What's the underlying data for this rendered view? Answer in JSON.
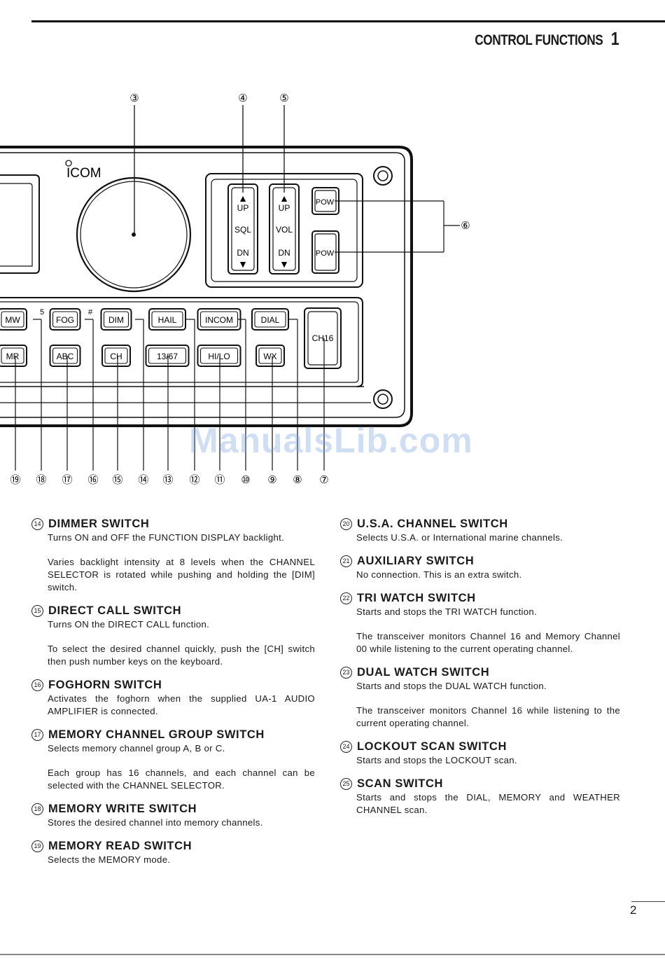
{
  "header": {
    "title": "CONTROL FUNCTIONS",
    "chapter": "1"
  },
  "brand": "ICOM",
  "watermark": "ManualsLib.com",
  "panel": {
    "top_callouts": [
      "③",
      "④",
      "⑤"
    ],
    "side_callout": "⑥",
    "arrow_up": "▲",
    "arrow_down": "▼",
    "sql_switch": {
      "up": "UP",
      "label": "SQL",
      "dn": "DN"
    },
    "vol_switch": {
      "up": "UP",
      "label": "VOL",
      "dn": "DN"
    },
    "pow_labels": [
      "POW",
      "POW"
    ],
    "row1_keys": [
      "MW",
      "FOG",
      "DIM",
      "HAIL",
      "INCOM",
      "DIAL"
    ],
    "row1_marks": [
      "5",
      "#"
    ],
    "row2_keys": [
      "MR",
      "ABC",
      "CH",
      "13/67",
      "HI/LO",
      "WX"
    ],
    "ch16_label": "CH16",
    "bottom_callouts": [
      "⑲",
      "⑱",
      "⑰",
      "⑯",
      "⑮",
      "⑭",
      "⑬",
      "⑫",
      "⑪",
      "⑩",
      "⑨",
      "⑧",
      "⑦"
    ]
  },
  "left_column": [
    {
      "num": "14",
      "title": "DIMMER SWITCH",
      "paragraphs": [
        "Turns ON and OFF the FUNCTION DISPLAY backlight.",
        "Varies backlight intensity at 8 levels when the CHANNEL SELECTOR is rotated while pushing and holding the [DIM] switch."
      ]
    },
    {
      "num": "15",
      "title": "DIRECT CALL SWITCH",
      "paragraphs": [
        "Turns ON the DIRECT CALL function.",
        "To select the desired channel quickly, push the [CH] switch then push number keys on the keyboard."
      ]
    },
    {
      "num": "16",
      "title": "FOGHORN SWITCH",
      "paragraphs": [
        "Activates the foghorn when the supplied UA-1 AUDIO AMPLIFIER is connected."
      ]
    },
    {
      "num": "17",
      "title": "MEMORY CHANNEL GROUP SWITCH",
      "paragraphs": [
        "Selects memory channel group A, B or C.",
        "Each group has 16 channels, and each channel can be selected with the CHANNEL SELECTOR."
      ]
    },
    {
      "num": "18",
      "title": "MEMORY WRITE SWITCH",
      "paragraphs": [
        "Stores the desired channel into memory channels."
      ]
    },
    {
      "num": "19",
      "title": "MEMORY READ SWITCH",
      "paragraphs": [
        "Selects the MEMORY mode."
      ]
    }
  ],
  "right_column": [
    {
      "num": "20",
      "title": "U.S.A. CHANNEL SWITCH",
      "paragraphs": [
        "Selects U.S.A. or International marine channels."
      ]
    },
    {
      "num": "21",
      "title": "AUXILIARY SWITCH",
      "paragraphs": [
        "No connection.  This is an extra switch."
      ]
    },
    {
      "num": "22",
      "title": "TRI WATCH SWITCH",
      "paragraphs": [
        "Starts and stops the TRI WATCH function.",
        "The transceiver monitors Channel 16 and Memory Channel 00 while listening to the current operating channel."
      ]
    },
    {
      "num": "23",
      "title": "DUAL WATCH SWITCH",
      "paragraphs": [
        "Starts and stops the DUAL WATCH function.",
        "The transceiver monitors Channel 16 while listening to the current operating channel."
      ]
    },
    {
      "num": "24",
      "title": "LOCKOUT SCAN SWITCH",
      "paragraphs": [
        "Starts and stops the LOCKOUT scan."
      ]
    },
    {
      "num": "25",
      "title": "SCAN SWITCH",
      "paragraphs": [
        "Starts and stops the DIAL, MEMORY and WEATHER CHANNEL scan."
      ]
    }
  ],
  "page_number": "2"
}
